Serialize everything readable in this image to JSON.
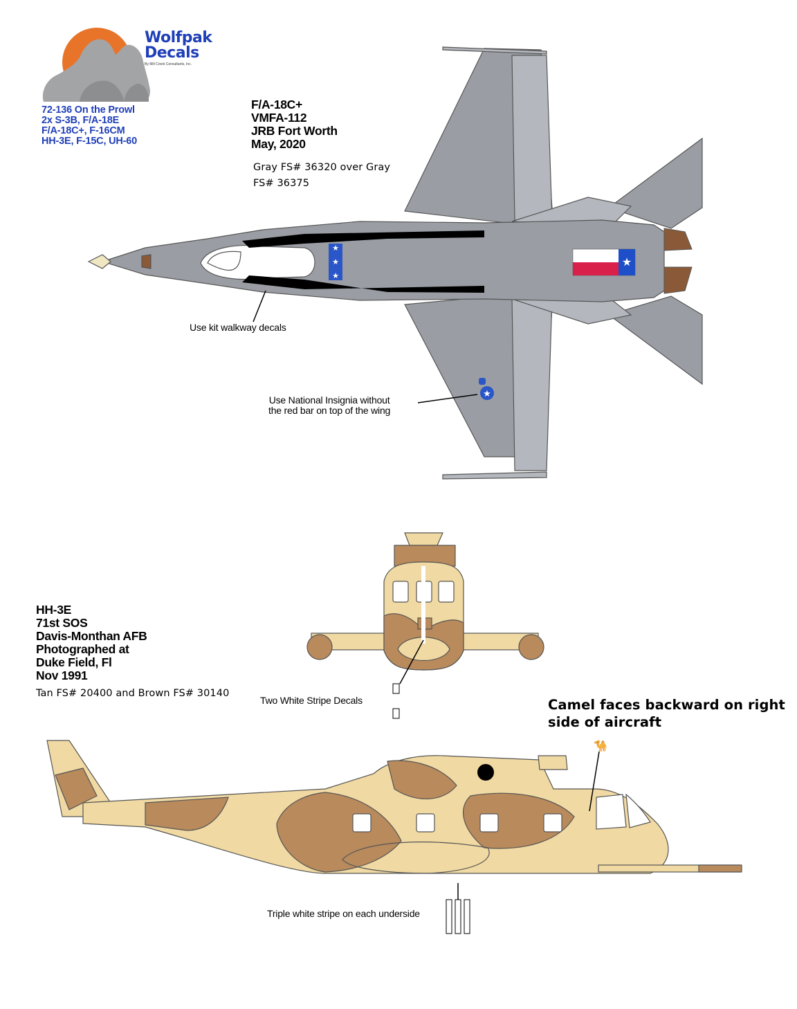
{
  "brand": {
    "name_line1": "Wolfpak",
    "name_line2": "Decals",
    "tagline": "By Mill Creek Consultants, Inc."
  },
  "product": {
    "lines": [
      "72-136 On the Prowl",
      "2x S-3B, F/A-18E",
      "F/A-18C+, F-16CM",
      "HH-3E, F-15C, UH-60"
    ]
  },
  "fa18": {
    "heading": [
      "F/A-18C+",
      "VMFA-112",
      "JRB Fort Worth",
      "May, 2020"
    ],
    "paint_line1": "Gray FS# 36320 over Gray",
    "paint_line2": "FS# 36375",
    "note_walkway": "Use kit walkway decals",
    "note_insignia_line1": "Use National Insignia without",
    "note_insignia_line2": "the red bar on top of the wing"
  },
  "hh3": {
    "heading": [
      "HH-3E",
      "71st SOS",
      "Davis-Monthan AFB",
      "Photographed at",
      "Duke Field, Fl",
      "Nov 1991"
    ],
    "paint": "Tan FS# 20400 and Brown FS# 30140",
    "note_stripes": "Two White Stripe Decals",
    "note_camel_line1": "Camel faces backward on right",
    "note_camel_line2": "side of aircraft",
    "note_triple": "Triple white stripe on each underside"
  },
  "colors": {
    "logo_sun": "#e8742a",
    "brand_blue": "#1f3fb8",
    "gray_dark": "#9a9ea4",
    "gray_light": "#b4b8be",
    "walkway": "#000000",
    "insignia_blue": "#2a56c8",
    "tan": "#f0d9a2",
    "brown": "#b88a5c",
    "nose_cone": "#f0e6c2",
    "exhaust": "#8a5a38",
    "flag_red": "#d8204a",
    "flag_blue": "#1f4fc8"
  }
}
